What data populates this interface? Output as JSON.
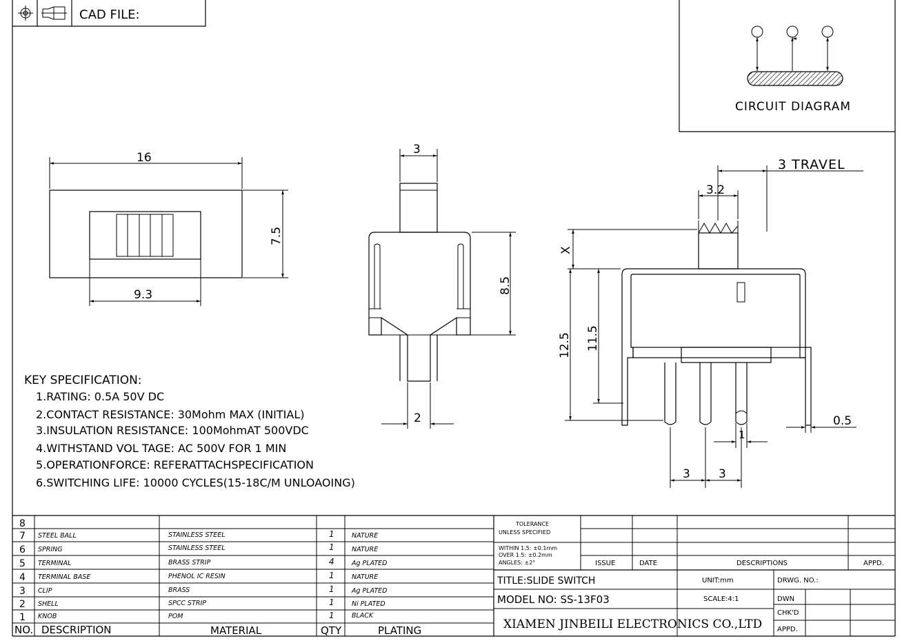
{
  "cad_box": {
    "label": "CAD FILE:",
    "icons": [
      "crosshair-circle-icon",
      "third-angle-projection-icon"
    ]
  },
  "circuit": {
    "label": "CIRCUIT DIAGRAM"
  },
  "dimensions": {
    "top_view": {
      "width": "16",
      "height": "7.5",
      "knob": "9.3"
    },
    "side_view": {
      "actuator": "3",
      "height": "8.5",
      "pin": "2"
    },
    "front_view": {
      "travel": "3 TRAVEL",
      "actuator": "3.2",
      "x": "X",
      "h1": "12.5",
      "h2": "11.5",
      "pitch1": "3",
      "pitch2": "3",
      "pin_w": "1",
      "pin_t": "0.5"
    }
  },
  "spec": {
    "title": "KEY SPECIFICATION:",
    "items": [
      "1.RATING: 0.5A 50V DC",
      "2.CONTACT RESISTANCE: 30Mohm MAX (INITIAL)",
      "3.INSULATION RESISTANCE: 100MohmAT 500VDC",
      "4.WITHSTAND VOL TAGE: AC 500V FOR 1 MIN",
      "5.OPERATIONFORCE: REFERATTACHSPECIFICATION",
      "6.SWITCHING LIFE: 10000 CYCLES(15-18C/M UNLOAOING)"
    ]
  },
  "bom": {
    "headers": [
      "NO.",
      "DESCRIPTION",
      "MATERIAL",
      "QTY",
      "PLATING"
    ],
    "rows": [
      {
        "no": "8",
        "desc": "",
        "material": "",
        "qty": "",
        "plating": ""
      },
      {
        "no": "7",
        "desc": "STEEL BALL",
        "material": "STAINLESS STEEL",
        "qty": "1",
        "plating": "NATURE"
      },
      {
        "no": "6",
        "desc": "SPRING",
        "material": "STAINLESS STEEL",
        "qty": "1",
        "plating": "NATURE"
      },
      {
        "no": "5",
        "desc": "TERMINAL",
        "material": "BRASS STRIP",
        "qty": "4",
        "plating": "Ag PLATED"
      },
      {
        "no": "4",
        "desc": "TERMINAL BASE",
        "material": "PHENOL IC RESIN",
        "qty": "1",
        "plating": "NATURE"
      },
      {
        "no": "3",
        "desc": "CLIP",
        "material": "BRASS",
        "qty": "1",
        "plating": "Ag PLATED"
      },
      {
        "no": "2",
        "desc": "SHELL",
        "material": "SPCC STRIP",
        "qty": "1",
        "plating": "Ni PLATED"
      },
      {
        "no": "1",
        "desc": "KNOB",
        "material": "POM",
        "qty": "1",
        "plating": "BLACK"
      }
    ]
  },
  "title_block": {
    "tolerance1": "TOLERANCE",
    "tolerance2": "UNLESS SPECIFIED",
    "tol_a": "WITHIN 1.5: ±0.1mm",
    "tol_b": "OVER 1.5: ±0.2mm",
    "tol_c": "ANGLES: ±2°",
    "issue": "ISSUE",
    "date": "DATE",
    "descriptions": "DESCRIPTIONS",
    "appd": "APPD.",
    "title": "TITLE:SLIDE SWITCH",
    "unit": "UNIT:mm",
    "drwg": "DRWG. NO.:",
    "model": "MODEL NO: SS-13F03",
    "scale": "SCALE:4:1",
    "dwn": "DWN",
    "chkd": "CHK'D",
    "appd2": "APPD.",
    "company": "XIAMEN JINBEILI ELECTRONICS CO.,LTD"
  }
}
